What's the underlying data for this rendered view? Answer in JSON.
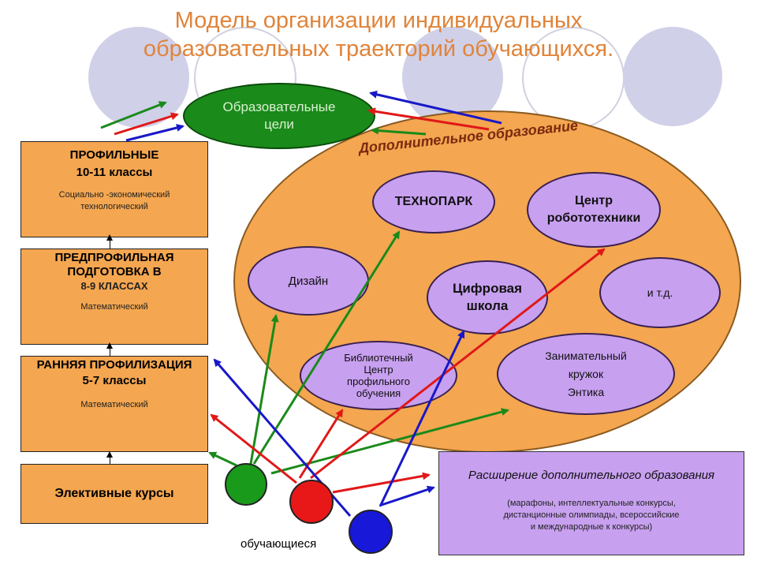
{
  "title": {
    "line1": "Модель организации индивидуальных",
    "line2": "образовательных траекторий обучающихся."
  },
  "goal": {
    "line1": "Образовательные",
    "line2": "цели"
  },
  "additional_education": {
    "label": "Дополнительное образование",
    "nodes": {
      "technopark": "ТЕХНОПАРК",
      "robotics": [
        "Центр",
        "робототехники"
      ],
      "design": "Дизайн",
      "digital_school": [
        "Цифровая",
        "школа"
      ],
      "etc": "и т.д.",
      "library": [
        "Библиотечный",
        "Центр",
        "профильного",
        "обучения"
      ],
      "club": [
        "Занимательный",
        "кружок",
        "Энтика"
      ]
    }
  },
  "boxes": {
    "profile": {
      "title": "ПРОФИЛЬНЫЕ",
      "subtitle": "10-11 классы",
      "note": [
        "Социально -экономический",
        "технологический"
      ]
    },
    "preprofile": {
      "title": [
        "ПРЕДПРОФИЛЬНАЯ",
        "ПОДГОТОВКА В"
      ],
      "subtitle": "8-9 КЛАССАХ",
      "note": "Математический"
    },
    "early": {
      "title": "РАННЯЯ ПРОФИЛИЗАЦИЯ",
      "subtitle": "5-7 классы",
      "note": "Математический"
    },
    "elective": {
      "title": "Элективные курсы"
    }
  },
  "expansion": {
    "title": "Расширение дополнительного образования",
    "details": [
      "(марафоны,  интеллектуальные  конкурсы,",
      "дистанционные  олимпиады,  всероссийские",
      "и международные к конкурсы)"
    ]
  },
  "students_label": "обучающиеся",
  "colors": {
    "green": "#1a8a1a",
    "red": "#e01818",
    "blue": "#1818c8",
    "orange": "#f4a650",
    "purple": "#c8a0f0",
    "title": "#e0843a"
  }
}
